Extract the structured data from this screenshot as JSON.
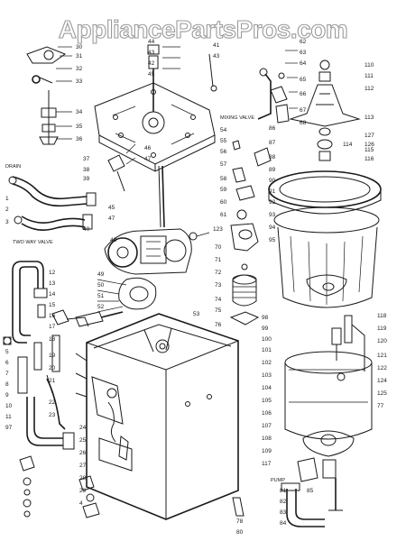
{
  "watermark": "AppliancePartsPros.com",
  "text_labels": {
    "mixing_valve": "MIXING VALVE",
    "drain": "DRAIN",
    "two_way_valve": "TWO WAY VALVE",
    "pump": "PUMP"
  },
  "callouts": [
    "30",
    "31",
    "32",
    "33",
    "34",
    "35",
    "36",
    "44",
    "43",
    "42",
    "41",
    "43",
    "45",
    "46",
    "47",
    "48",
    "37",
    "38",
    "39",
    "40",
    "1",
    "2",
    "3",
    "62",
    "63",
    "64",
    "65",
    "66",
    "67",
    "68",
    "110",
    "111",
    "112",
    "113",
    "114",
    "115",
    "116",
    "127",
    "126",
    "54",
    "55",
    "56",
    "57",
    "58",
    "59",
    "60",
    "61",
    "86",
    "87",
    "88",
    "89",
    "90",
    "91",
    "92",
    "93",
    "94",
    "95",
    "123",
    "45",
    "47",
    "49",
    "50",
    "51",
    "52",
    "53",
    "70",
    "71",
    "72",
    "73",
    "74",
    "75",
    "76",
    "12",
    "13",
    "14",
    "15",
    "16",
    "17",
    "18",
    "19",
    "20",
    "21",
    "22",
    "23",
    "24",
    "25",
    "26",
    "27",
    "28",
    "29",
    "4",
    "5",
    "6",
    "7",
    "8",
    "9",
    "10",
    "11",
    "97",
    "98",
    "99",
    "100",
    "101",
    "102",
    "103",
    "104",
    "105",
    "106",
    "107",
    "108",
    "109",
    "117",
    "118",
    "119",
    "120",
    "121",
    "122",
    "124",
    "125",
    "77",
    "78",
    "80",
    "81",
    "82",
    "83",
    "84",
    "85"
  ]
}
